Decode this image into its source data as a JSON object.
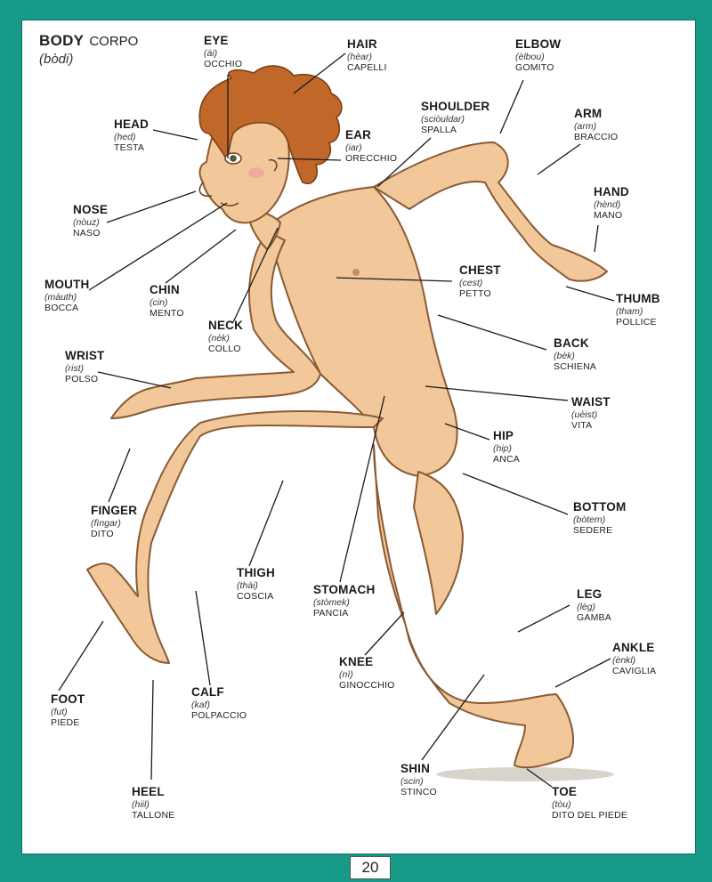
{
  "title": {
    "en": "BODY",
    "it": "CORPO",
    "pron": "(bòdi)"
  },
  "page_number": "20",
  "labels": [
    {
      "id": "eye",
      "word": "EYE",
      "pron": "(ài)",
      "it": "OCCHIO"
    },
    {
      "id": "hair",
      "word": "HAIR",
      "pron": "(hèar)",
      "it": "CAPELLI"
    },
    {
      "id": "elbow",
      "word": "ELBOW",
      "pron": "(èlbou)",
      "it": "GOMITO"
    },
    {
      "id": "head",
      "word": "HEAD",
      "pron": "(hed)",
      "it": "TESTA"
    },
    {
      "id": "ear",
      "word": "EAR",
      "pron": "(iar)",
      "it": "ORECCHIO"
    },
    {
      "id": "shoulder",
      "word": "SHOULDER",
      "pron": "(sciòuldar)",
      "it": "SPALLA"
    },
    {
      "id": "arm",
      "word": "ARM",
      "pron": "(arm)",
      "it": "BRACCIO"
    },
    {
      "id": "hand",
      "word": "HAND",
      "pron": "(hènd)",
      "it": "MANO"
    },
    {
      "id": "nose",
      "word": "NOSE",
      "pron": "(nòuz)",
      "it": "NASO"
    },
    {
      "id": "mouth",
      "word": "MOUTH",
      "pron": "(màuth)",
      "it": "BOCCA"
    },
    {
      "id": "chin",
      "word": "CHIN",
      "pron": "(cin)",
      "it": "MENTO"
    },
    {
      "id": "chest",
      "word": "CHEST",
      "pron": "(cest)",
      "it": "PETTO"
    },
    {
      "id": "thumb",
      "word": "THUMB",
      "pron": "(tham)",
      "it": "POLLICE"
    },
    {
      "id": "neck",
      "word": "NECK",
      "pron": "(nèk)",
      "it": "COLLO"
    },
    {
      "id": "wrist",
      "word": "WRIST",
      "pron": "(rist)",
      "it": "POLSO"
    },
    {
      "id": "back",
      "word": "BACK",
      "pron": "(bèk)",
      "it": "SCHIENA"
    },
    {
      "id": "waist",
      "word": "WAIST",
      "pron": "(uèist)",
      "it": "VITA"
    },
    {
      "id": "hip",
      "word": "HIP",
      "pron": "(hip)",
      "it": "ANCA"
    },
    {
      "id": "finger",
      "word": "FINGER",
      "pron": "(fìngar)",
      "it": "DITO"
    },
    {
      "id": "bottom",
      "word": "BOTTOM",
      "pron": "(bòtem)",
      "it": "SEDERE"
    },
    {
      "id": "thigh",
      "word": "THIGH",
      "pron": "(thài)",
      "it": "COSCIA"
    },
    {
      "id": "stomach",
      "word": "STOMACH",
      "pron": "(stòmek)",
      "it": "PANCIA"
    },
    {
      "id": "leg",
      "word": "LEG",
      "pron": "(lèg)",
      "it": "GAMBA"
    },
    {
      "id": "ankle",
      "word": "ANKLE",
      "pron": "(ènkl)",
      "it": "CAVIGLIA"
    },
    {
      "id": "knee",
      "word": "KNEE",
      "pron": "(nì)",
      "it": "GINOCCHIO"
    },
    {
      "id": "foot",
      "word": "FOOT",
      "pron": "(fut)",
      "it": "PIEDE"
    },
    {
      "id": "calf",
      "word": "CALF",
      "pron": "(kaf)",
      "it": "POLPACCIO"
    },
    {
      "id": "shin",
      "word": "SHIN",
      "pron": "(scin)",
      "it": "STINCO"
    },
    {
      "id": "heel",
      "word": "HEEL",
      "pron": "(hiil)",
      "it": "TALLONE"
    },
    {
      "id": "toe",
      "word": "TOE",
      "pron": "(tòu)",
      "it": "DITO DEL PIEDE"
    }
  ]
}
